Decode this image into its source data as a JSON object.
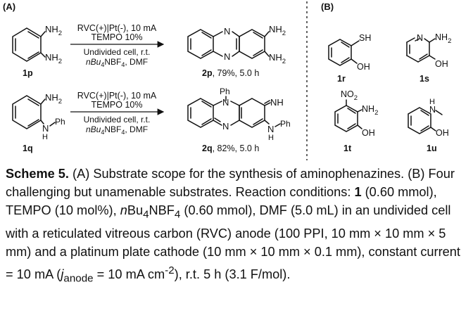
{
  "panels": {
    "a_label": "(A)",
    "b_label": "(B)"
  },
  "row1": {
    "sm_sub1": "NH",
    "sm_sub1_sub": "2",
    "sm_sub2": "NH",
    "sm_sub2_sub": "2",
    "sm_label": "1p",
    "cond_top1": "RVC(+)|Pt(-), 10 mA",
    "cond_top2": "TEMPO 10%",
    "cond_bot1": "Undivided cell, r.t.",
    "cond_bot2_pre": "nBu",
    "cond_bot2_s1": "4",
    "cond_bot2_mid": "NBF",
    "cond_bot2_s2": "4",
    "cond_bot2_post": ", DMF",
    "prod_n": "N",
    "prod_sub1": "NH",
    "prod_sub1_sub": "2",
    "prod_sub2": "NH",
    "prod_sub2_sub": "2",
    "prod_label": "2p",
    "prod_yield": ", 79%, 5.0 h"
  },
  "row2": {
    "sm_sub1": "NH",
    "sm_sub1_sub": "2",
    "sm_n": "N",
    "sm_ph": "Ph",
    "sm_h": "H",
    "sm_label": "1q",
    "cond_top1": "RVC(+)|Pt(-), 10 mA",
    "cond_top2": "TEMPO 10%",
    "cond_bot1": "Undivided cell, r.t.",
    "cond_bot2_pre": "nBu",
    "cond_bot2_s1": "4",
    "cond_bot2_mid": "NBF",
    "cond_bot2_s2": "4",
    "cond_bot2_post": ", DMF",
    "prod_ph_top": "Ph",
    "prod_n": "N",
    "prod_nh": "NH",
    "prod_n2": "N",
    "prod_ph": "Ph",
    "prod_h": "H",
    "prod_label": "2q",
    "prod_yield": ", 82%, 5.0 h"
  },
  "panel_b": {
    "s1_sub_top": "SH",
    "s1_sub_bot": "OH",
    "s1_label": "1r",
    "s2_n": "N",
    "s2_sub_top": "NH",
    "s2_sub_top_sub": "2",
    "s2_sub_bot": "OH",
    "s2_label": "1s",
    "s3_no2": "NO",
    "s3_no2_sub": "2",
    "s3_nh2": "NH",
    "s3_nh2_sub": "2",
    "s3_oh": "OH",
    "s3_label": "1t",
    "s4_nh": "N",
    "s4_h": "H",
    "s4_oh": "OH",
    "s4_label": "1u"
  },
  "caption": {
    "title": "Scheme 5.",
    "t1": " (A) Substrate scope for the synthesis of aminophenazines. (B) Four challenging but unamenable substrates. Reaction conditions: ",
    "bold1": "1",
    "t2": " (0.60 mmol), TEMPO (10 mol%), ",
    "nbu": "n",
    "t3": "Bu",
    "s1": "4",
    "t4": "NBF",
    "s2": "4",
    "t5": " (0.60 mmol), DMF (5.0 mL) in an undivided cell with a reticulated vitreous carbon (RVC) anode (100 PPI, 10 mm × 10 mm × 5 mm) and a platinum plate cathode (10 mm × 10 mm × 0.1 mm), constant current = 10 mA (",
    "j": "j",
    "jsub": "anode",
    "t6": " = 10 mA cm",
    "sup": "-2",
    "t7": "), r.t. 5 h (3.1 F/mol)."
  }
}
